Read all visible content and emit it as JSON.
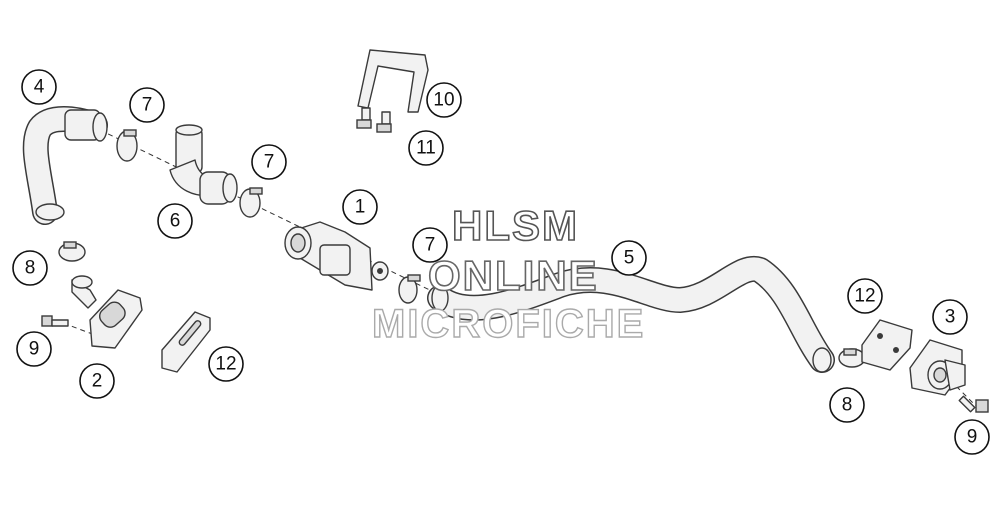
{
  "watermark": {
    "line1": "HLSM",
    "line2": "ONLINE",
    "line3": "MICROFICHE"
  },
  "callouts": [
    {
      "id": "c1",
      "label": "1"
    },
    {
      "id": "c2",
      "label": "2"
    },
    {
      "id": "c3",
      "label": "3"
    },
    {
      "id": "c4",
      "label": "4"
    },
    {
      "id": "c5",
      "label": "5"
    },
    {
      "id": "c6",
      "label": "6"
    },
    {
      "id": "c7a",
      "label": "7"
    },
    {
      "id": "c7b",
      "label": "7"
    },
    {
      "id": "c7c",
      "label": "7"
    },
    {
      "id": "c8a",
      "label": "8"
    },
    {
      "id": "c8b",
      "label": "8"
    },
    {
      "id": "c9a",
      "label": "9"
    },
    {
      "id": "c9b",
      "label": "9"
    },
    {
      "id": "c10",
      "label": "10"
    },
    {
      "id": "c11",
      "label": "11"
    },
    {
      "id": "c12a",
      "label": "12"
    },
    {
      "id": "c12b",
      "label": "12"
    }
  ]
}
